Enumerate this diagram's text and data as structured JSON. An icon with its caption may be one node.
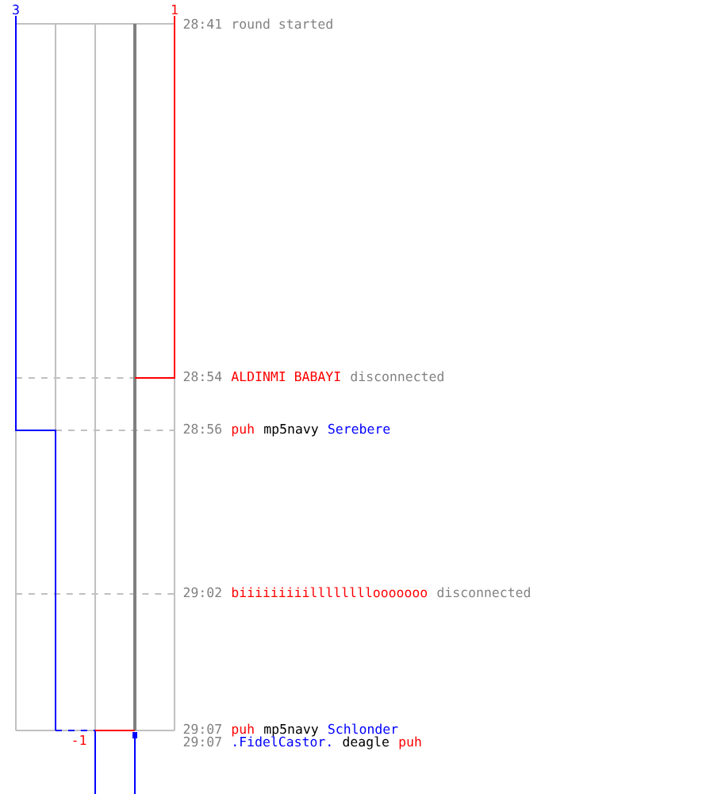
{
  "diagram": {
    "labels": [
      "3",
      "1",
      "28:41",
      "round started",
      "28:54",
      "ALDINMI BABAYI",
      "disconnected",
      "28:56",
      "puh",
      "mp5navy",
      "Serebere",
      "29:02",
      "biiiiiiiiillllllllooooooo",
      "disconnected",
      "-1",
      "29:07",
      "puh",
      "mp5navy",
      "Schlonder",
      "29:07",
      ".FidelCastor.",
      "deagle",
      "puh"
    ]
  }
}
